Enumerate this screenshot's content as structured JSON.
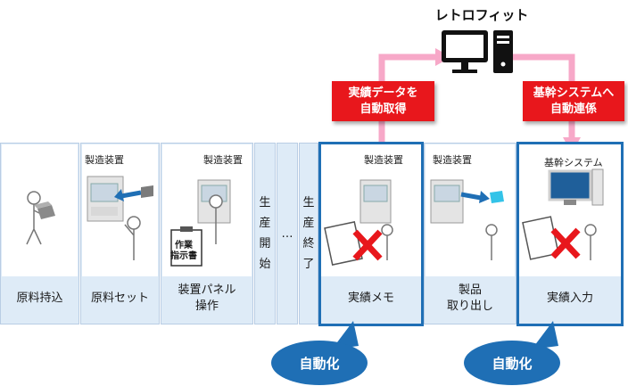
{
  "title": "レトロフィット",
  "callouts": {
    "left": "実績データを\n自動取得",
    "right": "基幹システムへ\n自動連係"
  },
  "steps": [
    {
      "label": "原料持込",
      "device": ""
    },
    {
      "label": "原料セット",
      "device": "製造装置"
    },
    {
      "label": "装置パネル\n操作",
      "device": "製造装置",
      "sheet": "作業\n指示書"
    },
    {
      "label": "実績メモ",
      "device": "製造装置"
    },
    {
      "label": "製品\n取り出し",
      "device": "製造装置"
    },
    {
      "label": "実績入力",
      "device": "基幹システム"
    }
  ],
  "middle": {
    "start": [
      "生",
      "産",
      "開",
      "始"
    ],
    "ellipsis": "…",
    "end": [
      "生",
      "産",
      "終",
      "了"
    ]
  },
  "bubbles": [
    "自動化",
    "自動化"
  ],
  "colors": {
    "accent_blue": "#1f6fb5",
    "panel_blue": "#deebf7",
    "red": "#e8171c",
    "pink": "#f7a8c8"
  }
}
